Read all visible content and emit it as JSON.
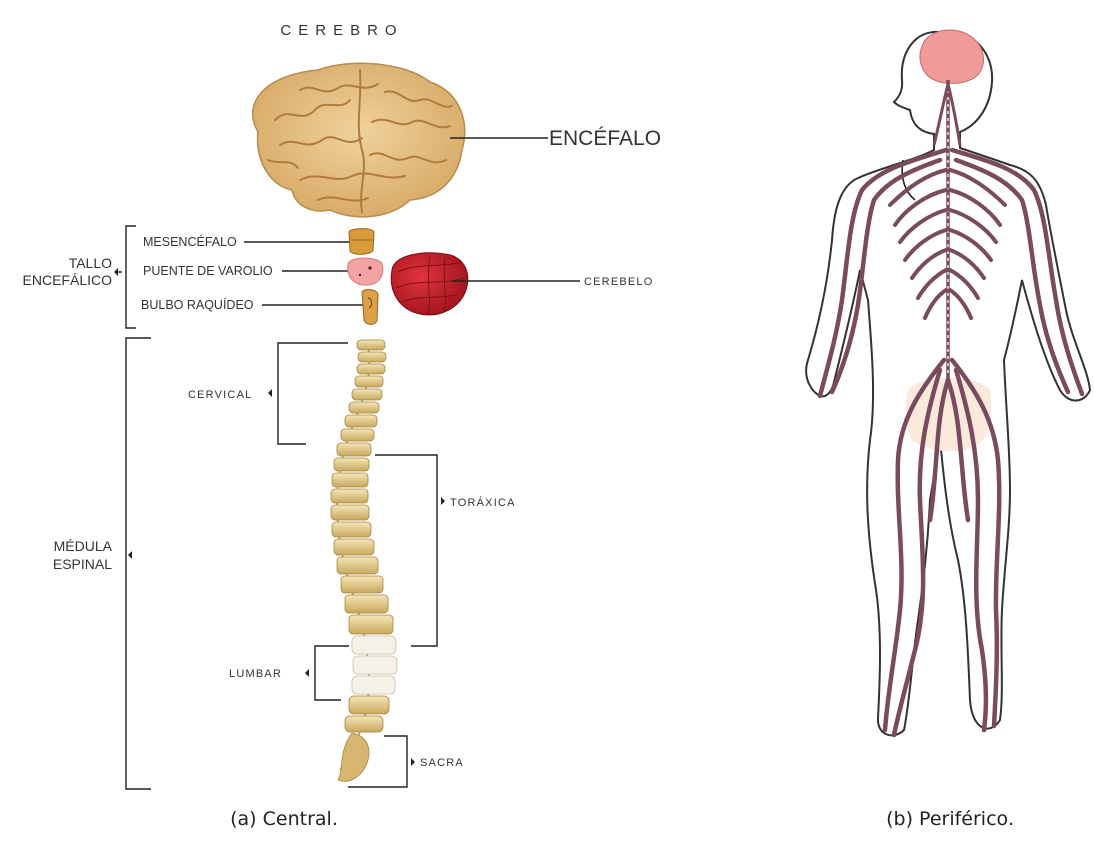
{
  "central": {
    "title": "CEREBRO",
    "brain_label": "ENCÉFALO",
    "brainstem_group_line1": "TALLO",
    "brainstem_group_line2": "ENCEFÁLICO",
    "brainstem_parts": [
      "MESENCÉFALO",
      "PUENTE DE VAROLIO",
      "BULBO RAQUÍDEO"
    ],
    "cerebellum_label": "CEREBELO",
    "spinal_group_line1": "MÉDULA",
    "spinal_group_line2": "ESPINAL",
    "spine_regions": [
      "CERVICAL",
      "TORÁXICA",
      "LUMBAR",
      "SACRA"
    ],
    "caption": "(a) Central."
  },
  "peripheral": {
    "caption": "(b) Periférico."
  },
  "colors": {
    "brain": "#e7c38a",
    "brain_fold": "#b98b4c",
    "cerebellum": "#c71f2a",
    "pons": "#f2a3a3",
    "bone": "#e8d49a",
    "nerve": "#7a4a5e",
    "body_brain": "#f19a9a"
  }
}
